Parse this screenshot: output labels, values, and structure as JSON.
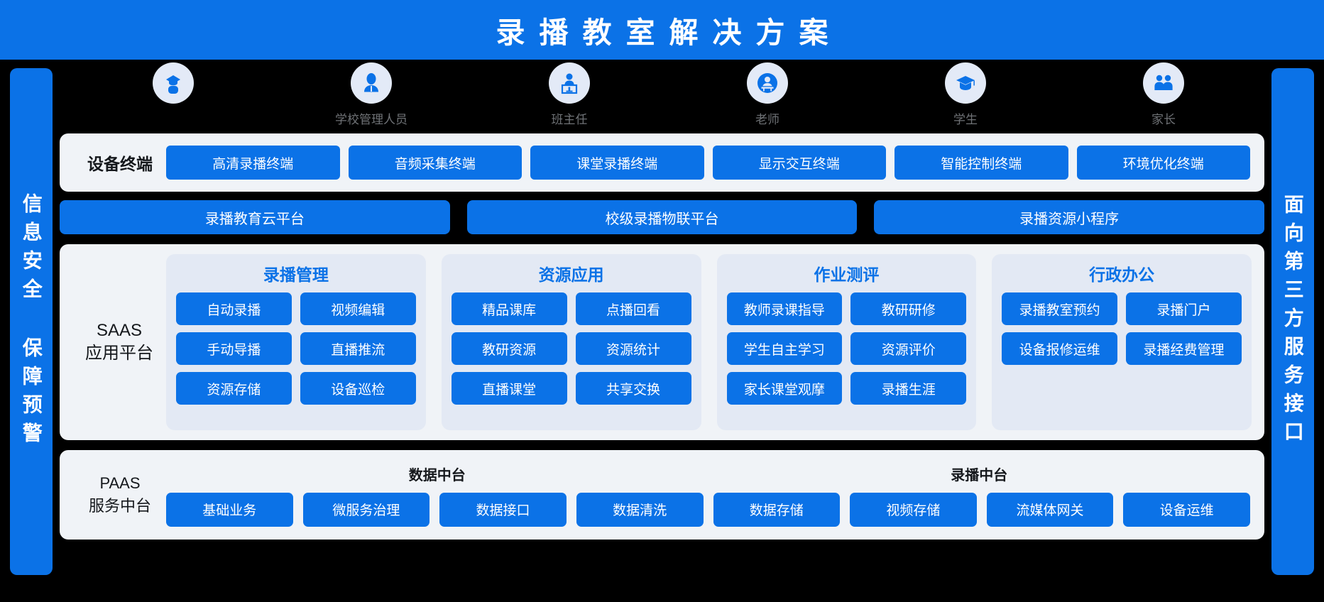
{
  "header": {
    "title": "录播教室解决方案",
    "bg": "#0b72e7"
  },
  "rails": {
    "left": {
      "text": "信息安全 保障预警"
    },
    "right": {
      "text": "面向第三方服务接口"
    }
  },
  "roles": [
    {
      "label": "",
      "icon": "graduate-cap-person-icon"
    },
    {
      "label": "学校管理人员",
      "icon": "administrator-icon"
    },
    {
      "label": "班主任",
      "icon": "teacher-at-podium-icon"
    },
    {
      "label": "老师",
      "icon": "teacher-desk-icon"
    },
    {
      "label": "学生",
      "icon": "graduation-cap-icon"
    },
    {
      "label": "家长",
      "icon": "parents-pair-icon"
    }
  ],
  "devices": {
    "label": "设备终端",
    "items": [
      "高清录播终端",
      "音频采集终端",
      "课堂录播终端",
      "显示交互终端",
      "智能控制终端",
      "环境优化终端"
    ]
  },
  "platforms": [
    "录播教育云平台",
    "校级录播物联平台",
    "录播资源小程序"
  ],
  "saas": {
    "label_line1": "SAAS",
    "label_line2": "应用平台",
    "groups": [
      {
        "title": "录播管理",
        "items": [
          "自动录播",
          "视频编辑",
          "手动导播",
          "直播推流",
          "资源存储",
          "设备巡检"
        ]
      },
      {
        "title": "资源应用",
        "items": [
          "精品课库",
          "点播回看",
          "教研资源",
          "资源统计",
          "直播课堂",
          "共享交换"
        ]
      },
      {
        "title": "作业测评",
        "items": [
          "教师录课指导",
          "教研研修",
          "学生自主学习",
          "资源评价",
          "家长课堂观摩",
          "录播生涯"
        ]
      },
      {
        "title": "行政办公",
        "items": [
          "录播教室预约",
          "录播门户",
          "设备报修运维",
          "录播经费管理"
        ]
      }
    ]
  },
  "paas": {
    "label_line1": "PAAS",
    "label_line2": "服务中台",
    "headings": [
      "数据中台",
      "录播中台"
    ],
    "items": [
      "基础业务",
      "微服务治理",
      "数据接口",
      "数据清洗",
      "数据存储",
      "视频存储",
      "流媒体网关",
      "设备运维"
    ]
  },
  "colors": {
    "accent": "#0b72e7",
    "panel_bg": "#f0f3f7",
    "group_bg": "#e3e9f4",
    "badge_bg": "#e3eaf7",
    "page_bg": "#000000",
    "role_label": "#6f7276"
  }
}
